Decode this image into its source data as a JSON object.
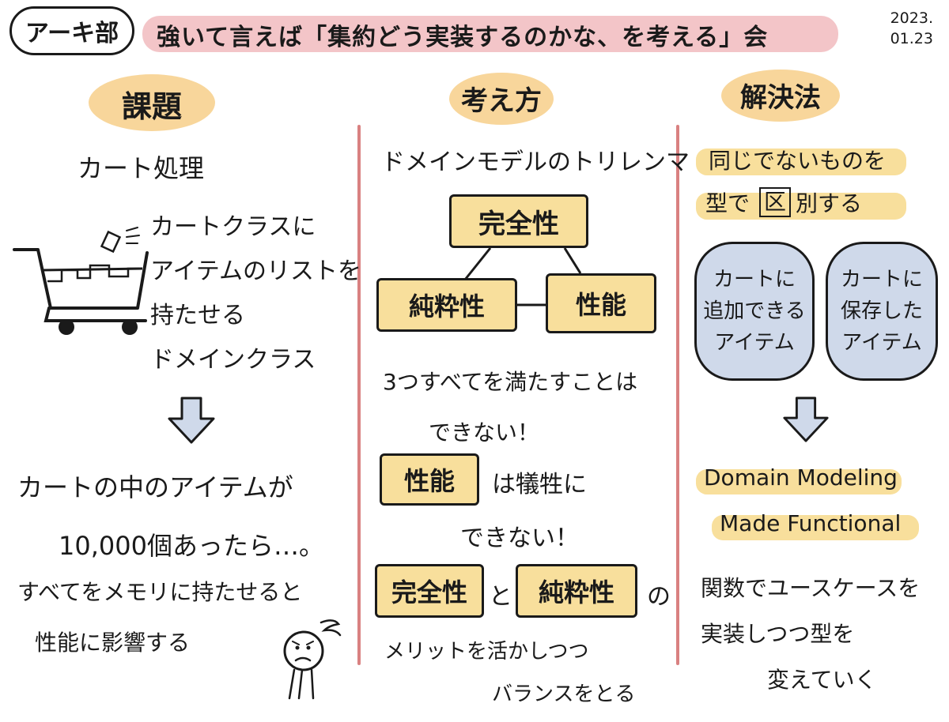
{
  "header": {
    "badge": "アーキ部",
    "title": "強いて言えば「集約どう実装するのかな、を考える」会",
    "date_line1": "2023.",
    "date_line2": "01.23"
  },
  "issues": {
    "heading": "課題",
    "topic": "カート処理",
    "desc_lines": [
      "カートクラスに",
      "アイテムのリストを",
      "持たせる",
      "ドメインクラス"
    ],
    "problem_lines": [
      "カートの中のアイテムが",
      "10,000個あったら…。"
    ],
    "impact_lines": [
      "すべてをメモリに持たせると",
      "性能に影響する"
    ]
  },
  "thinking": {
    "heading": "考え方",
    "topic": "ドメインモデルのトリレンマ",
    "trilemma": {
      "top": "完全性",
      "left": "純粋性",
      "right": "性能"
    },
    "cannot_all_lines": [
      "3つすべてを満たすことは",
      "できない！"
    ],
    "performance_box": "性能",
    "performance_text": "は犠牲に",
    "cannot_line": "できない！",
    "completeness_box": "完全性",
    "and_text": "と",
    "purity_box": "純粋性",
    "of_text": "の",
    "balance_lines": [
      "メリットを活かしつつ",
      "バランスをとる"
    ]
  },
  "solution": {
    "heading": "解決法",
    "line1": "同じでないものを",
    "line2_prefix": "型で",
    "line2_boxed": "区",
    "line2_suffix": "別する",
    "bubble_left": [
      "カートに",
      "追加できる",
      "アイテム"
    ],
    "bubble_right": [
      "カートに",
      "保存した",
      "アイテム"
    ],
    "book_line1": "Domain Modeling",
    "book_line2": "Made Functional",
    "result_lines": [
      "関数でユースケースを",
      "実装しつつ型を",
      "変えていく"
    ]
  }
}
